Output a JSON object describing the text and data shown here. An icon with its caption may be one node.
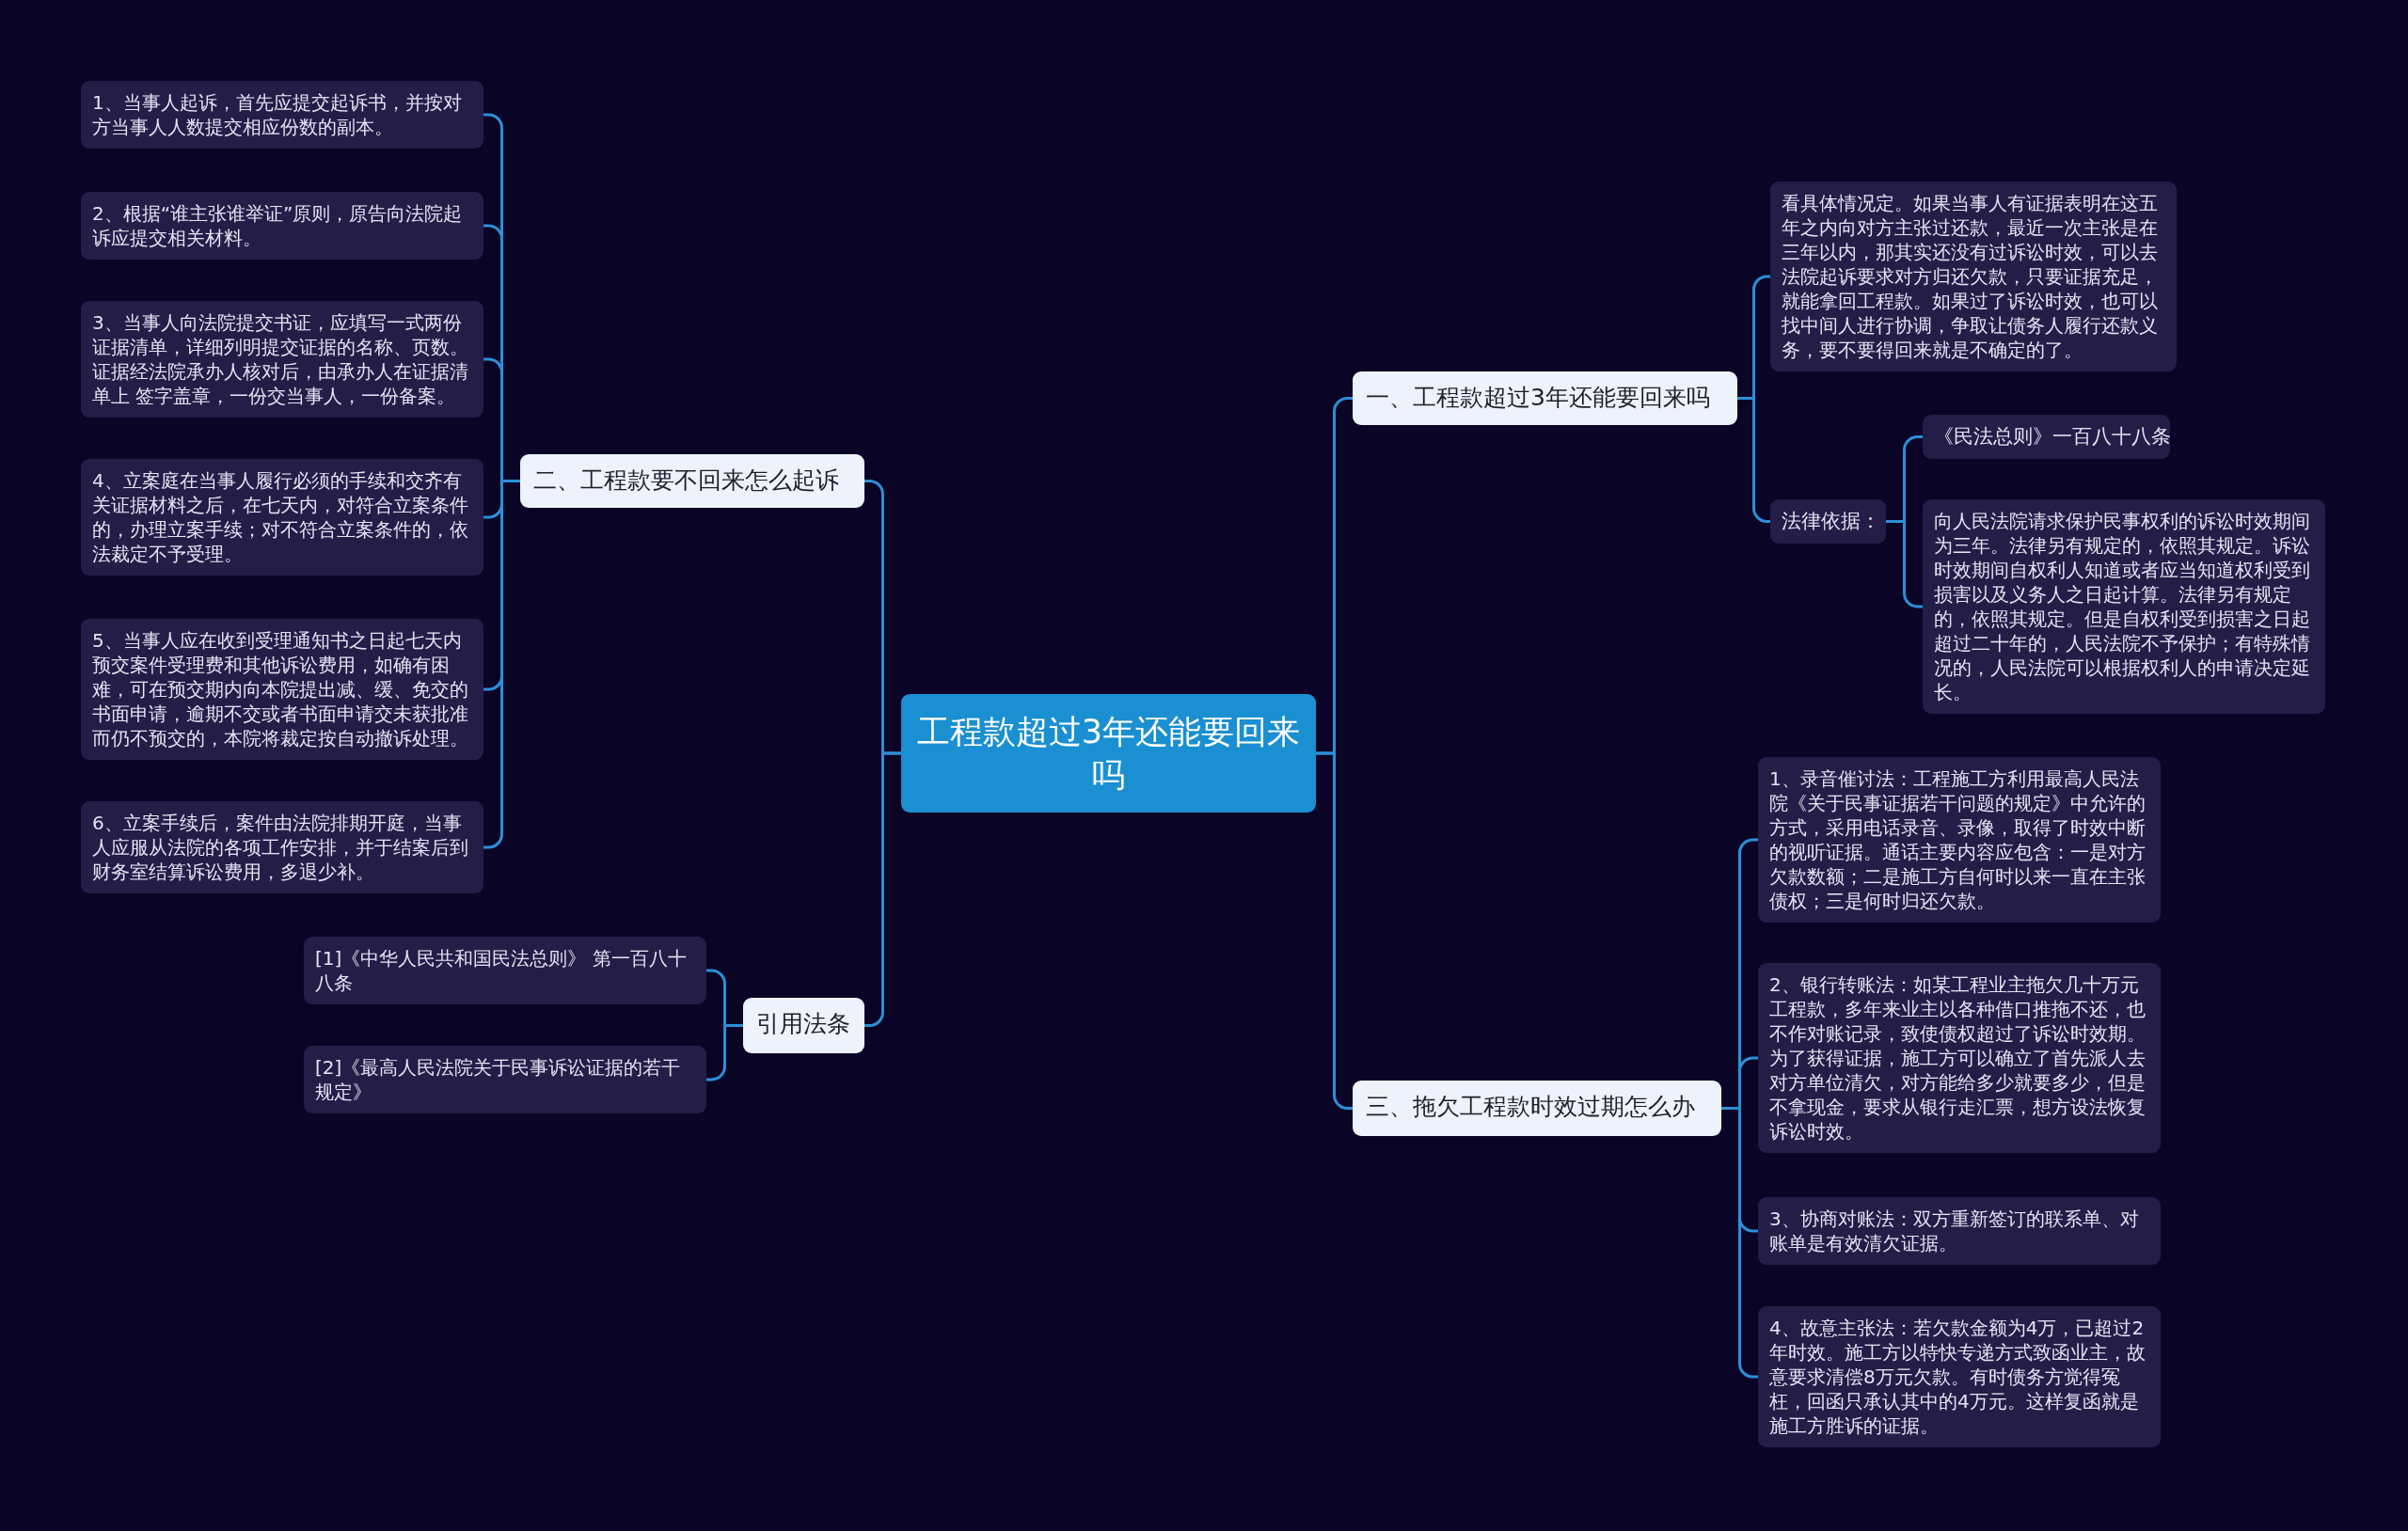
{
  "diagram": {
    "nodes": [
      {
        "text": [
          "工程款超过3年还能要回来吗"
        ]
      },
      {
        "text": [
          "一、工程款超过3年还能要回来吗"
        ]
      },
      {
        "text": [
          "看具体情况定。如果当事人有证据表明在这五年之内向对方主张过还款，最近一次主张是在三年以内，那其实还没有过诉讼时效，可以去法院起诉要求对方归还欠款，只要证据充足，就能拿回工程款。如果过了诉讼时效，也可以找中间人进行协调，争取让债务人履行还款义务，要不要得回来就是不确定的了。"
        ]
      },
      {
        "text": [
          "法律依据："
        ]
      },
      {
        "text": [
          "《民法总则》一百八十八条"
        ]
      },
      {
        "text": [
          "向人民法院请求保护民事权利的诉讼时效期间为三年。法律另有规定的，依照其规定。诉讼时效期间自权利人知道或者应当知道权利受到损害以及义务人之日起计算。法律另有规定的，依照其规定。但是自权利受到损害之日起超过二十年的，人民法院不予保护；有特殊情况的，人民法院可以根据权利人的申请决定延长。"
        ]
      },
      {
        "text": [
          "三、拖欠工程款时效过期怎么办"
        ]
      },
      {
        "text": [
          "1、录音催讨法：工程施工方利用最高人民法院《关于民事证据若干问题的规定》中允许的方式，采用电话录音、录像，取得了时效中断的视听证据。通话主要内容应包含：一是对方欠款数额；二是施工方自何时以来一直在主张债权；三是何时归还欠款。"
        ]
      },
      {
        "text": [
          "2、银行转账法：如某工程业主拖欠几十万元工程款，多年来业主以各种借口推拖不还，也不作对账记录，致使债权超过了诉讼时效期。为了获得证据，施工方可以确立了首先派人去对方单位清欠，对方能给多少就要多少，但是不拿现金，要求从银行走汇票，想方设法恢复诉讼时效。"
        ]
      },
      {
        "text": [
          "3、协商对账法：双方重新签订的联系单、对账单是有效清欠证据。"
        ]
      },
      {
        "text": [
          "4、故意主张法：若欠款金额为4万，已超过2年时效。施工方以特快专递方式致函业主，故意要求清偿8万元欠款。有时债务方觉得冤枉，回函只承认其中的4万元。这样复函就是施工方胜诉的证据。"
        ]
      },
      {
        "text": [
          "二、工程款要不回来怎么起诉"
        ]
      },
      {
        "text": [
          "1、当事人起诉，首先应提交起诉书，并按对方当事人人数提交相应份数的副本。"
        ]
      },
      {
        "text": [
          "2、根据“谁主张谁举证”原则，原告向法院起诉应提交相关材料。"
        ]
      },
      {
        "text": [
          "3、当事人向法院提交书证，应填写一式两份证据清单，详细列明提交证据的名称、页数。证据经法院承办人核对后，由承办人在证据清单上 签字盖章，一份交当事人，一份备案。"
        ]
      },
      {
        "text": [
          "4、立案庭在当事人履行必须的手续和交齐有关证据材料之后，在七天内，对符合立案条件的，办理立案手续；对不符合立案条件的，依法裁定不予受理。"
        ]
      },
      {
        "text": [
          "5、当事人应在收到受理通知书之日起七天内预交案件受理费和其他诉讼费用，如确有困难，可在预交期内向本院提出减、缓、免交的书面申请，逾期不交或者书面申请交未获批准而仍不预交的，本院将裁定按自动撤诉处理。"
        ]
      },
      {
        "text": [
          "6、立案手续后，案件由法院排期开庭，当事人应服从法院的各项工作安排，并于结案后到财务室结算诉讼费用，多退少补。"
        ]
      },
      {
        "text": [
          "引用法条"
        ]
      },
      {
        "text": [
          "[1]《中华人民共和国民法总则》 第一百八十八条"
        ]
      },
      {
        "text": [
          "[2]《最高人民法院关于民事诉讼证据的若干规定》"
        ]
      }
    ],
    "edges": [
      {
        "from": 0,
        "to": 1,
        "arrow": "none"
      },
      {
        "from": 1,
        "to": 2,
        "arrow": "none"
      },
      {
        "from": 1,
        "to": 3,
        "arrow": "none"
      },
      {
        "from": 3,
        "to": 4,
        "arrow": "none"
      },
      {
        "from": 3,
        "to": 5,
        "arrow": "none"
      },
      {
        "from": 0,
        "to": 6,
        "arrow": "none"
      },
      {
        "from": 6,
        "to": 7,
        "arrow": "none"
      },
      {
        "from": 6,
        "to": 8,
        "arrow": "none"
      },
      {
        "from": 6,
        "to": 9,
        "arrow": "none"
      },
      {
        "from": 6,
        "to": 10,
        "arrow": "none"
      },
      {
        "from": 0,
        "to": 11,
        "arrow": "none"
      },
      {
        "from": 11,
        "to": 12,
        "arrow": "none"
      },
      {
        "from": 11,
        "to": 13,
        "arrow": "none"
      },
      {
        "from": 11,
        "to": 14,
        "arrow": "none"
      },
      {
        "from": 11,
        "to": 15,
        "arrow": "none"
      },
      {
        "from": 11,
        "to": 16,
        "arrow": "none"
      },
      {
        "from": 11,
        "to": 17,
        "arrow": "none"
      },
      {
        "from": 0,
        "to": 18,
        "arrow": "none"
      },
      {
        "from": 18,
        "to": 19,
        "arrow": "none"
      },
      {
        "from": 18,
        "to": 20,
        "arrow": "none"
      }
    ]
  }
}
